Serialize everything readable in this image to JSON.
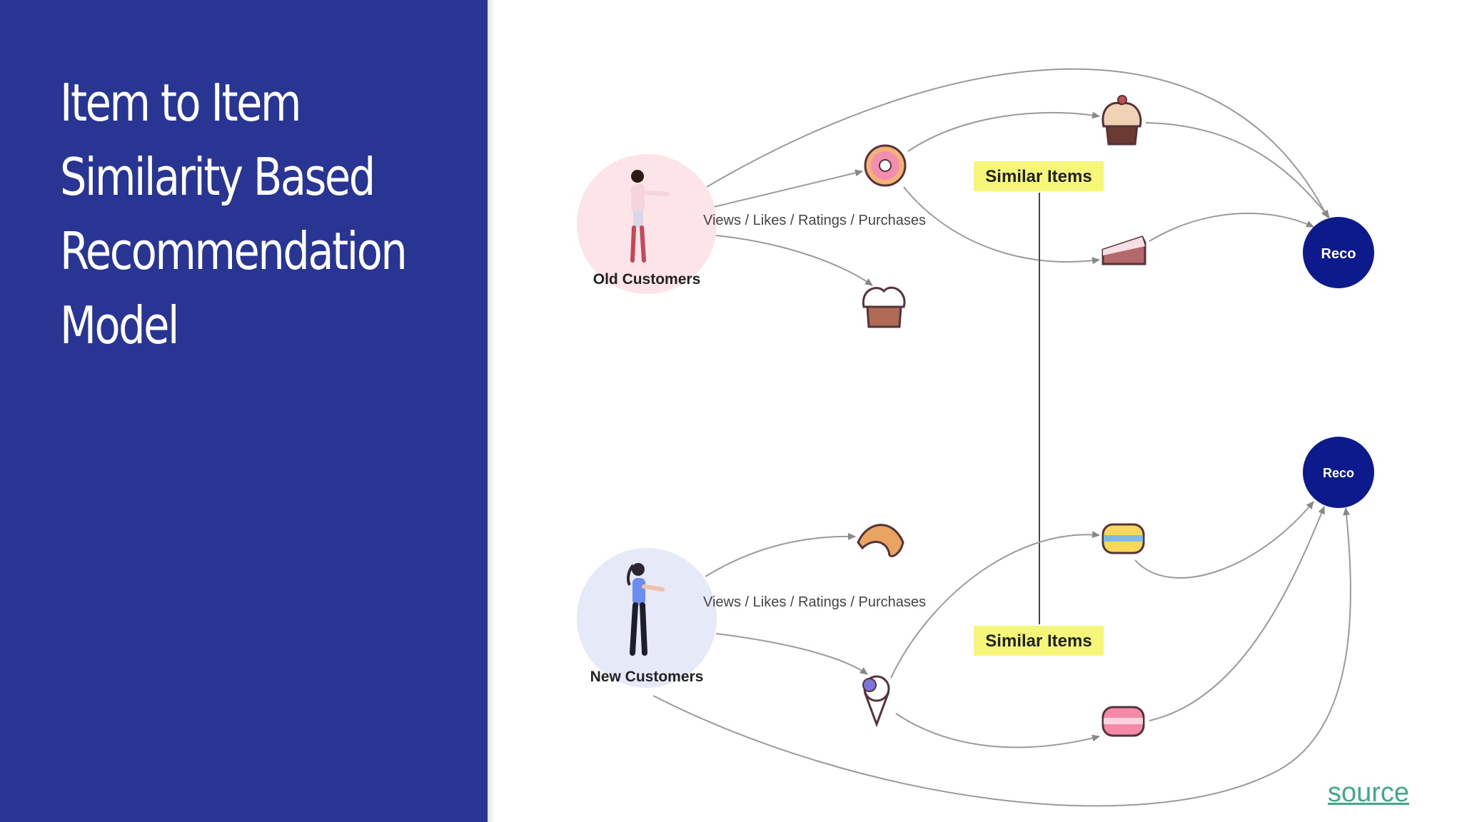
{
  "slide": {
    "title": "Item to Item Similarity Based Recommendation Model",
    "panel_color": "#283593"
  },
  "diagram": {
    "old_customers_label": "Old Customers",
    "new_customers_label": "New Customers",
    "interaction_label_top": "Views / Likes / Ratings / Purchases",
    "interaction_label_bottom": "Views / Likes / Ratings / Purchases",
    "similar_items_top": "Similar Items",
    "similar_items_bottom": "Similar Items",
    "reco_top": "Reco",
    "reco_bottom": "Reco",
    "reco_color": "#0d1a8c",
    "highlight_color": "#f6f77a",
    "icons": [
      "donut-icon",
      "cupcake-icon",
      "muffin-icon",
      "cake-slice-icon",
      "croissant-icon",
      "ice-cream-icon",
      "macaron-yellow-icon",
      "macaron-pink-icon"
    ]
  },
  "footer": {
    "source_link": "source"
  }
}
